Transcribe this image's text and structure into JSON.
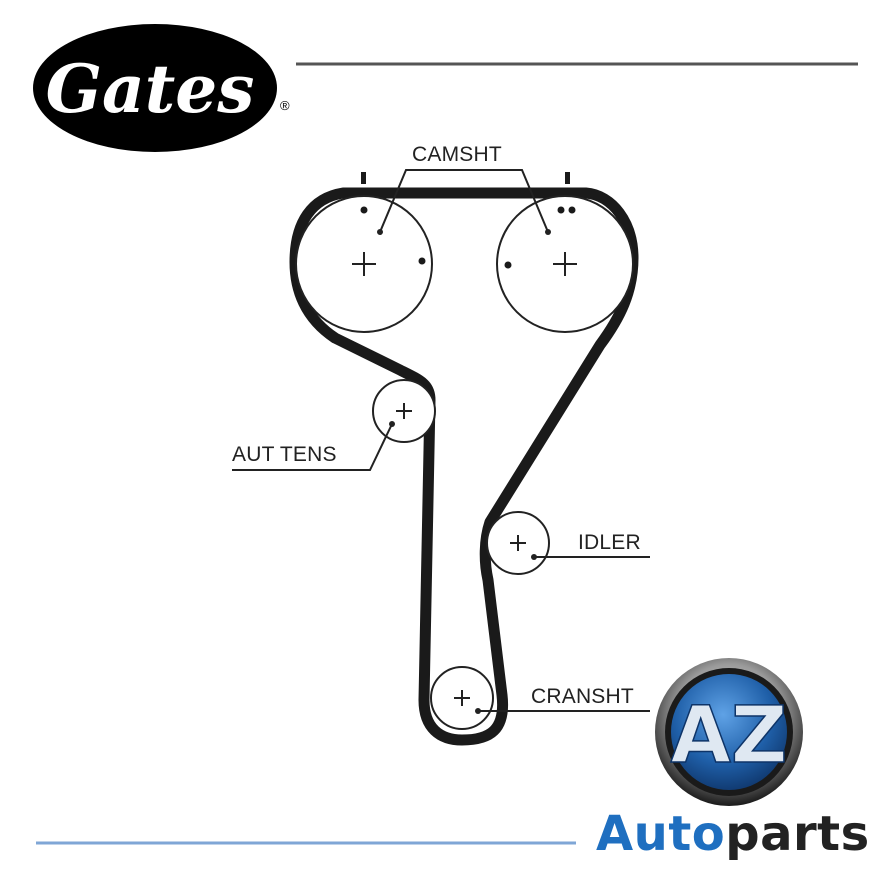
{
  "brand": {
    "logo_text": "Gates",
    "registered_mark": "®"
  },
  "diagram": {
    "labels": {
      "camshaft": "CAMSHT",
      "tensioner": "AUT TENS",
      "idler": "IDLER",
      "crankshaft": "CRANSHT"
    }
  },
  "retailer": {
    "badge_text": "AZ",
    "name_part1": "Auto",
    "name_part2": "parts"
  },
  "colors": {
    "belt": "#1a1a1a",
    "line": "#222222",
    "badge_blue": "#1f5fa8",
    "name_blue": "#1f6fc0",
    "name_dark": "#222222"
  }
}
